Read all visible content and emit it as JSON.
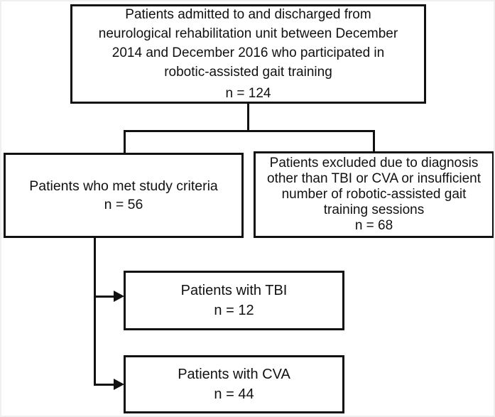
{
  "figure": {
    "type": "patient-flow-diagram",
    "colors": {
      "box_border": "#111111",
      "line": "#111111",
      "text": "#111111",
      "background": "#ffffff",
      "outer_frame": "#efefef"
    },
    "boxes": {
      "admitted": {
        "lines": [
          "Patients admitted to and discharged from",
          "neurological rehabilitation unit between December",
          "2014 and December 2016 who participated in",
          "robotic-assisted gait training"
        ],
        "n": "n = 124"
      },
      "criteria": {
        "lines": [
          "Patients who met study criteria"
        ],
        "n": "n = 56"
      },
      "excluded": {
        "lines": [
          "Patients excluded due to diagnosis",
          "other than TBI or CVA or insufficient",
          "number of robotic-assisted gait",
          "training sessions"
        ],
        "n": "n = 68"
      },
      "tbi": {
        "lines": [
          "Patients with TBI"
        ],
        "n": "n = 12"
      },
      "cva": {
        "lines": [
          "Patients with CVA"
        ],
        "n": "n = 44"
      }
    }
  }
}
